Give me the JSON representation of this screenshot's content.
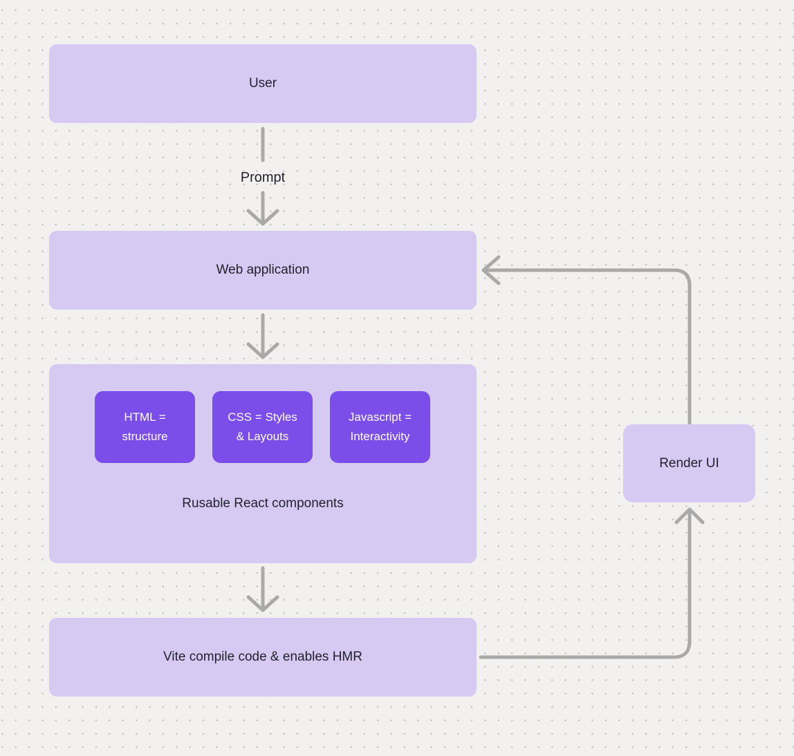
{
  "colors": {
    "background": "#f2f1ef",
    "dot_grid": "#c7c5c2",
    "node_fill": "#d6c9f2",
    "accent_fill": "#7b4de9",
    "connector": "#a9a9a9",
    "text_dark": "#22222e",
    "text_on_accent": "#ffffff"
  },
  "nodes": {
    "user": {
      "label": "User"
    },
    "web_application": {
      "label": "Web application"
    },
    "components_group": {
      "caption": "Rusable React components",
      "items": [
        {
          "label": "HTML =\nstructure"
        },
        {
          "label": "CSS = Styles\n& Layouts"
        },
        {
          "label": "Javascript =\nInteractivity"
        }
      ]
    },
    "vite": {
      "label": "Vite compile code & enables HMR"
    },
    "render_ui": {
      "label": "Render UI"
    }
  },
  "edges": [
    {
      "from": "user",
      "to": "web_application",
      "label": "Prompt"
    },
    {
      "from": "web_application",
      "to": "components_group",
      "label": ""
    },
    {
      "from": "components_group",
      "to": "vite",
      "label": ""
    },
    {
      "from": "vite",
      "to": "render_ui",
      "label": ""
    },
    {
      "from": "render_ui",
      "to": "web_application",
      "label": ""
    }
  ]
}
